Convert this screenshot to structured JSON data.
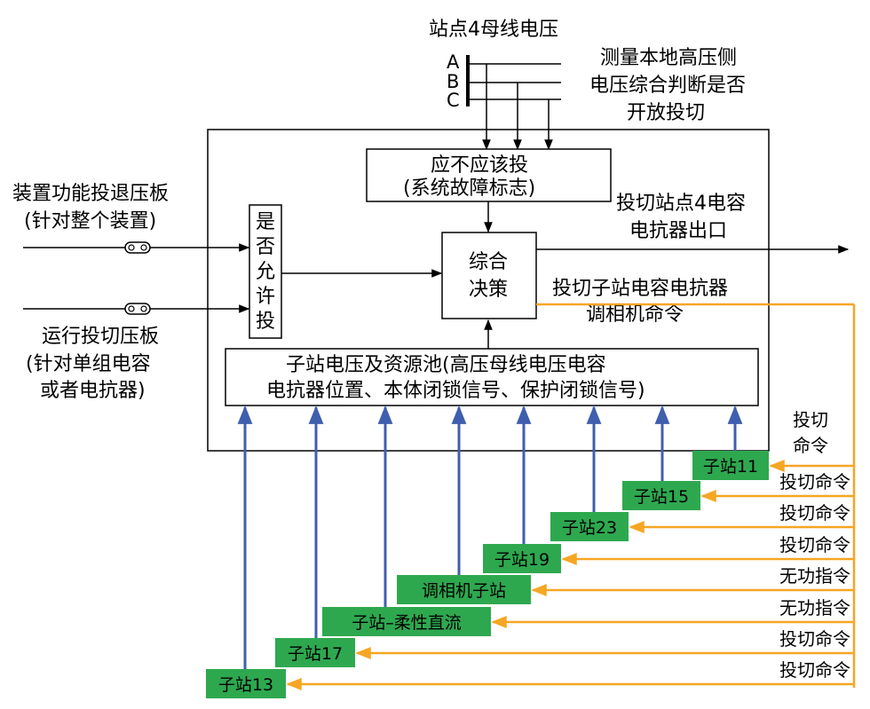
{
  "top": {
    "title": "站点4母线电压",
    "phase_a": "A",
    "phase_b": "B",
    "phase_c": "C",
    "measure": [
      "测量本地高压侧",
      "电压综合判断是否",
      "开放投切"
    ]
  },
  "left": {
    "board1": [
      "装置功能投退压板",
      "(针对整个装置)"
    ],
    "board2": [
      "运行投切压板",
      "(针对单组电容",
      "或者电抗器)"
    ],
    "allow": [
      "是",
      "否",
      "允",
      "许",
      "投"
    ]
  },
  "blocks": {
    "should": [
      "应不应该投",
      "(系统故障标志)"
    ],
    "decide": [
      "综合",
      "决策"
    ],
    "pool": [
      "子站电压及资源池(高压母线电压电容",
      "电抗器位置、本体闭锁信号、保护闭锁信号)"
    ]
  },
  "right": {
    "out1": [
      "投切站点4电容",
      "电抗器出口"
    ],
    "out2": [
      "投切子站电容电抗器",
      "调相机命令"
    ],
    "cmd_first": [
      "投切",
      "命令"
    ]
  },
  "substations": [
    {
      "label": "子站11",
      "cmd": "投切命令"
    },
    {
      "label": "子站15",
      "cmd": "投切命令"
    },
    {
      "label": "子站23",
      "cmd": "投切命令"
    },
    {
      "label": "子站19",
      "cmd": "投切命令"
    },
    {
      "label": "调相机子站",
      "cmd": "无功指令"
    },
    {
      "label": "子站–柔性直流",
      "cmd": "无功指令"
    },
    {
      "label": "子站17",
      "cmd": "投切命令"
    },
    {
      "label": "子站13",
      "cmd": "投切命令"
    }
  ],
  "colors": {
    "green": "#2ea84f",
    "orange": "#f5a623",
    "blue": "#3f5fae",
    "line": "#000000"
  }
}
